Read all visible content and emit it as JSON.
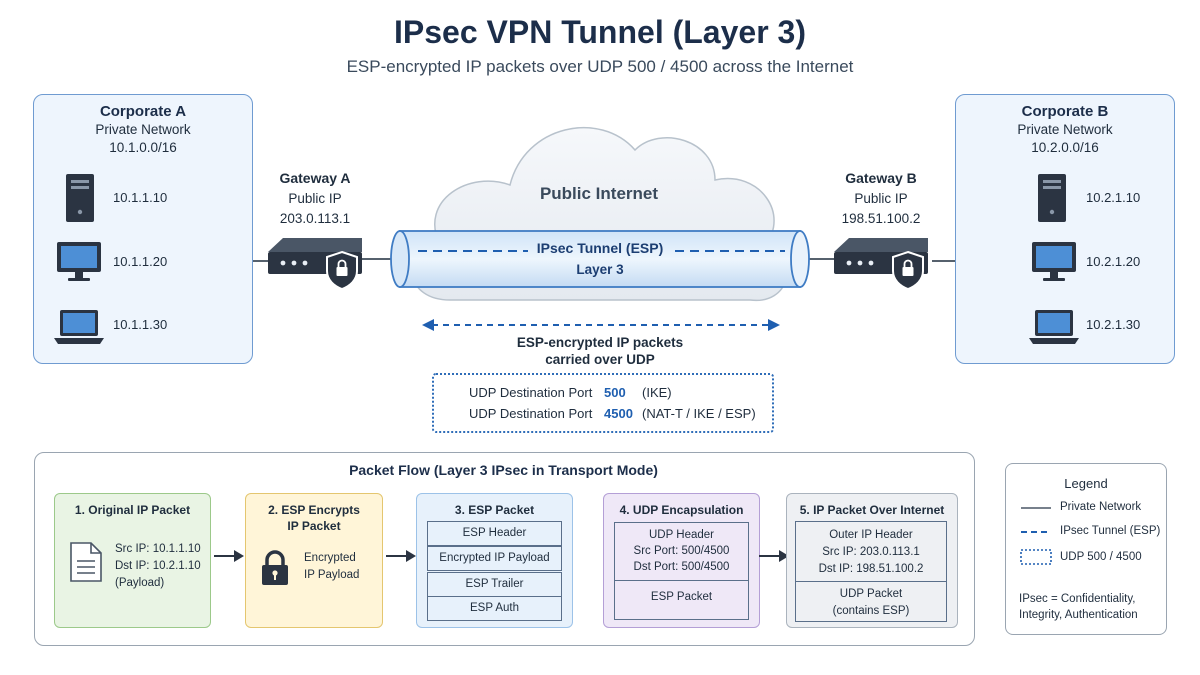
{
  "title": "IPsec VPN Tunnel (Layer 3)",
  "subtitle": "ESP-encrypted IP packets over UDP 500 / 4500 across the Internet",
  "corporate_a": {
    "name": "Corporate A",
    "network": "Private Network",
    "subnet": "10.1.0.0/16",
    "hosts": [
      {
        "ip": "10.1.1.10",
        "icon": "server-icon"
      },
      {
        "ip": "10.1.1.20",
        "icon": "desktop-icon"
      },
      {
        "ip": "10.1.1.30",
        "icon": "laptop-icon"
      }
    ]
  },
  "corporate_b": {
    "name": "Corporate B",
    "network": "Private Network",
    "subnet": "10.2.0.0/16",
    "hosts": [
      {
        "ip": "10.2.1.10",
        "icon": "server-icon"
      },
      {
        "ip": "10.2.1.20",
        "icon": "desktop-icon"
      },
      {
        "ip": "10.2.1.30",
        "icon": "laptop-icon"
      }
    ]
  },
  "gateway_a": {
    "name": "Gateway A",
    "label": "Public IP",
    "ip": "203.0.113.1"
  },
  "gateway_b": {
    "name": "Gateway B",
    "label": "Public IP",
    "ip": "198.51.100.2"
  },
  "internet": {
    "label": "Public Internet"
  },
  "tunnel": {
    "label": "IPsec Tunnel (ESP)",
    "layer": "Layer 3"
  },
  "esp_caption": {
    "line1": "ESP-encrypted IP packets",
    "line2": "carried over UDP"
  },
  "ports": [
    {
      "label": "UDP Destination Port",
      "port": "500",
      "note": "(IKE)"
    },
    {
      "label": "UDP Destination Port",
      "port": "4500",
      "note": "(NAT-T / IKE / ESP)"
    }
  ],
  "packet_flow": {
    "title": "Packet Flow (Layer 3 IPsec in Transport Mode)",
    "steps": [
      {
        "title": "1. Original IP Packet",
        "lines": [
          "Src IP: 10.1.1.10",
          "Dst IP: 10.2.1.10",
          "(Payload)"
        ]
      },
      {
        "title_lines": [
          "2. ESP Encrypts",
          "IP Packet"
        ],
        "lines": [
          "Encrypted",
          "IP Payload"
        ]
      },
      {
        "title": "3. ESP Packet",
        "cells": [
          "ESP Header",
          "Encrypted IP Payload",
          "ESP Trailer",
          "ESP Auth"
        ]
      },
      {
        "title": "4. UDP Encapsulation",
        "header_lines": [
          "UDP Header",
          "Src Port: 500/4500",
          "Dst Port: 500/4500"
        ],
        "inner": "ESP Packet"
      },
      {
        "title": "5. IP Packet Over Internet",
        "header_lines": [
          "Outer IP Header",
          "Src IP: 203.0.113.1",
          "Dst IP: 198.51.100.2"
        ],
        "inner_lines": [
          "UDP Packet",
          "(contains ESP)"
        ]
      }
    ]
  },
  "legend": {
    "title": "Legend",
    "items": [
      "Private Network",
      "IPsec Tunnel (ESP)",
      "UDP 500 / 4500"
    ],
    "note": "IPsec = Confidentiality, Integrity, Authentication"
  },
  "colors": {
    "accent": "#1f5fb0",
    "corp_fill": "#eef5fd",
    "corp_border": "#6f9bd1",
    "step1": "#e9f4e4",
    "step2": "#fff5d8",
    "step3": "#e7f1fb",
    "step4": "#efe8f7",
    "step5": "#eef0f3"
  }
}
